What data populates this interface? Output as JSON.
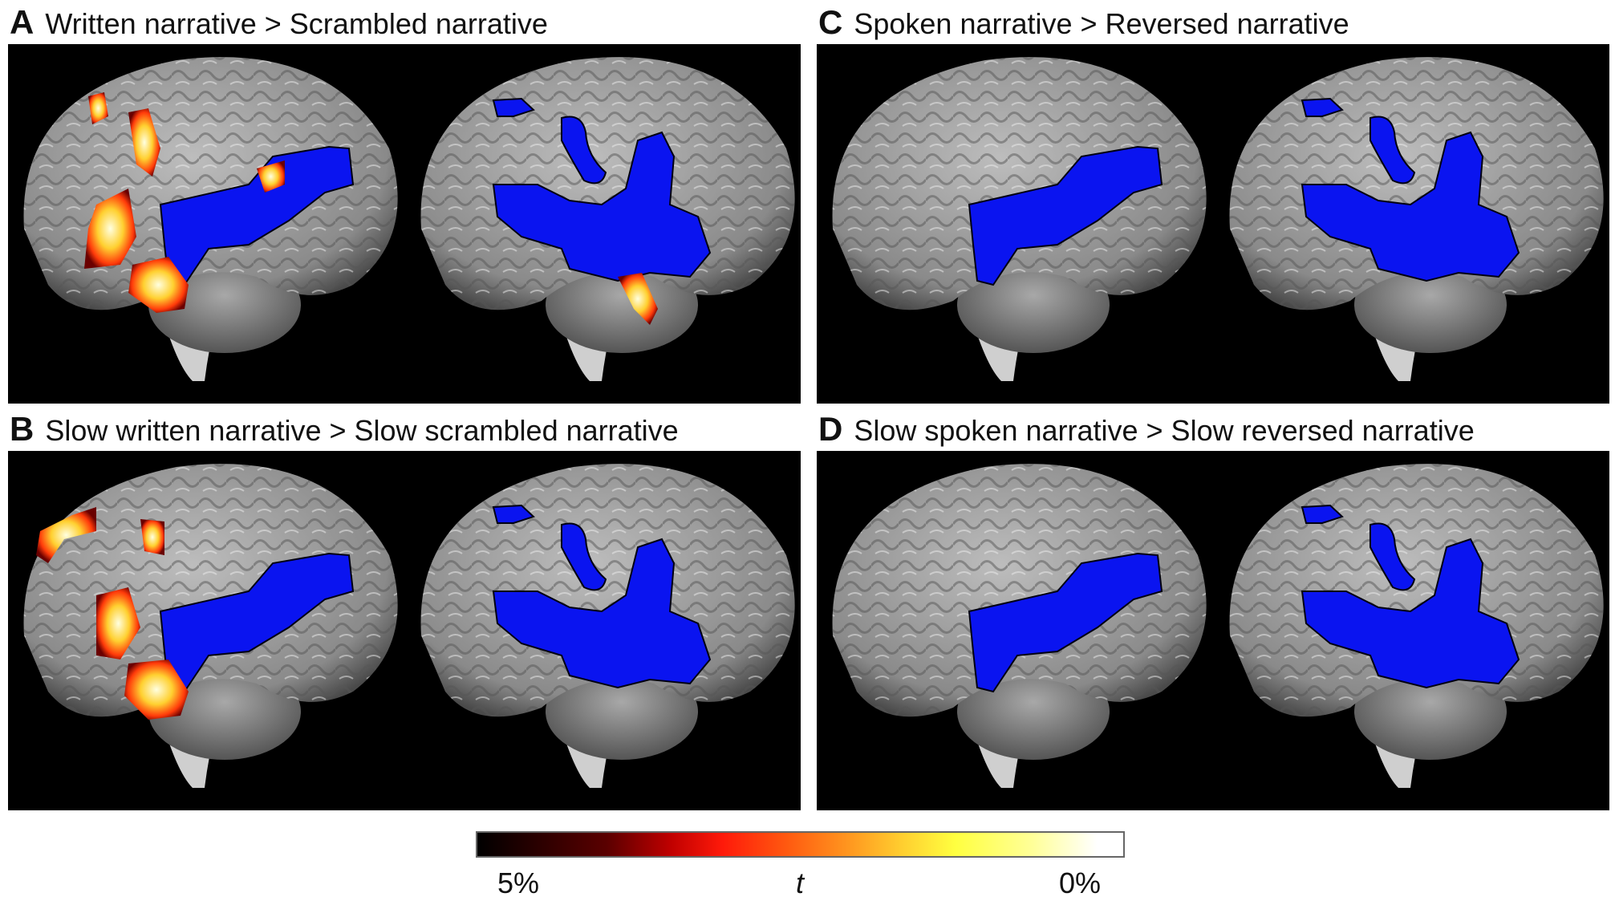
{
  "panels": [
    {
      "letter": "A",
      "title": "Written narrative > Scrambled narrative",
      "hot": true
    },
    {
      "letter": "B",
      "title": "Slow written narrative > Slow scrambled narrative",
      "hot": true
    },
    {
      "letter": "C",
      "title": "Spoken narrative > Reversed narrative",
      "hot": false
    },
    {
      "letter": "D",
      "title": "Slow spoken narrative > Slow reversed narrative",
      "hot": false
    }
  ],
  "colorbar": {
    "left_label": "5%",
    "center_label": "t",
    "right_label": "0%",
    "colors": [
      "#000000",
      "#c00000",
      "#ff1a0a",
      "#ff9a20",
      "#ffff40",
      "#ffffff"
    ]
  },
  "overlay_color": "#0a14f0"
}
